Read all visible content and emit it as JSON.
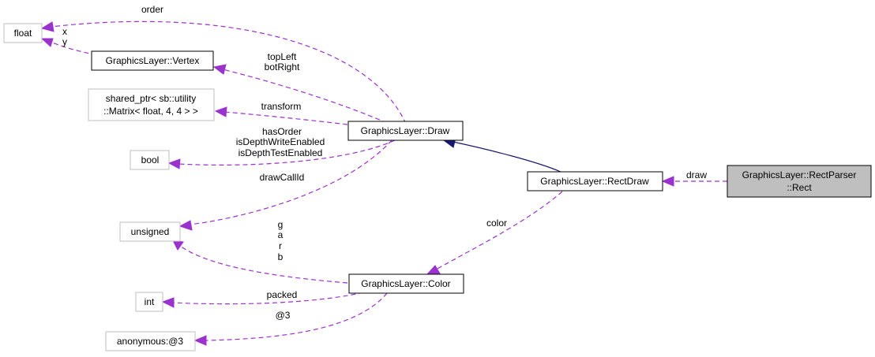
{
  "nodes": {
    "float": "float",
    "vertex": "GraphicsLayer::Vertex",
    "shared_ptr_1": "shared_ptr< sb::utility",
    "shared_ptr_2": "::Matrix< float, 4, 4 > >",
    "bool": "bool",
    "unsigned": "unsigned",
    "int": "int",
    "anonymous": "anonymous:@3",
    "draw": "GraphicsLayer::Draw",
    "color": "GraphicsLayer::Color",
    "rectdraw": "GraphicsLayer::RectDraw",
    "rect_1": "GraphicsLayer::RectParser",
    "rect_2": "::Rect"
  },
  "edges": {
    "order": "order",
    "x": "x",
    "y": "y",
    "topLeft": "topLeft",
    "botRight": "botRight",
    "transform": "transform",
    "hasOrder": "hasOrder",
    "isDepthWriteEnabled": "isDepthWriteEnabled",
    "isDepthTestEnabled": "isDepthTestEnabled",
    "drawCallId": "drawCallId",
    "g": "g",
    "a": "a",
    "r": "r",
    "b": "b",
    "packed": "packed",
    "at3": "@3",
    "color": "color",
    "draw": "draw"
  },
  "colors": {
    "member_edge": "#9a32cd",
    "inherit_edge": "#191970",
    "focus_fill": "#bfbfbf",
    "plain_border": "#bfbfbf"
  }
}
